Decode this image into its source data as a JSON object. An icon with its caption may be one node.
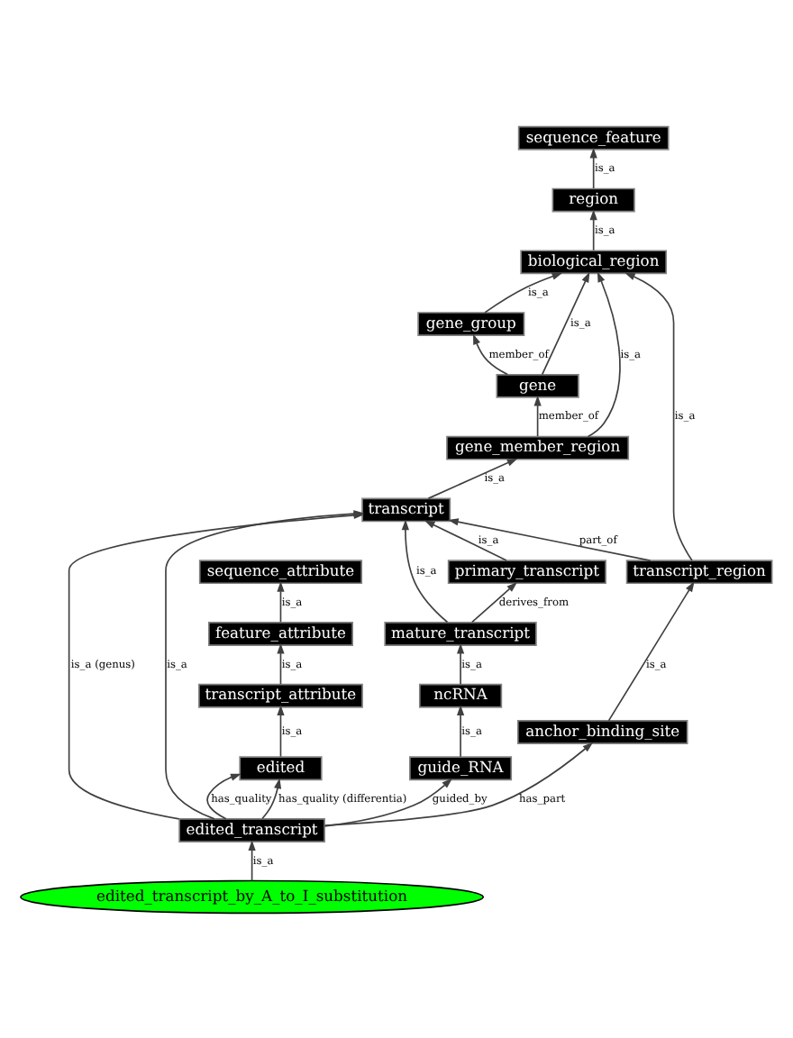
{
  "diagram": {
    "nodes": [
      {
        "text": [
          "sequence_feature"
        ]
      },
      {
        "text": [
          "region"
        ]
      },
      {
        "text": [
          "biological_region"
        ]
      },
      {
        "text": [
          "gene_group"
        ]
      },
      {
        "text": [
          "gene"
        ]
      },
      {
        "text": [
          "gene_member_region"
        ]
      },
      {
        "text": [
          "transcript"
        ]
      },
      {
        "text": [
          "sequence_attribute"
        ]
      },
      {
        "text": [
          "primary_transcript"
        ]
      },
      {
        "text": [
          "transcript_region"
        ]
      },
      {
        "text": [
          "feature_attribute"
        ]
      },
      {
        "text": [
          "mature_transcript"
        ]
      },
      {
        "text": [
          "anchor_binding_site"
        ]
      },
      {
        "text": [
          "transcript_attribute"
        ]
      },
      {
        "text": [
          "ncRNA"
        ]
      },
      {
        "text": [
          "edited"
        ]
      },
      {
        "text": [
          "guide_RNA"
        ]
      },
      {
        "text": [
          "edited_transcript"
        ]
      },
      {
        "text": [
          "edited_transcript_by_A_to_I_substitution"
        ]
      }
    ],
    "edges": [
      {
        "from": 1,
        "to": 0,
        "arrow": "to",
        "label": "is_a"
      },
      {
        "from": 2,
        "to": 1,
        "arrow": "to",
        "label": "is_a"
      },
      {
        "from": 3,
        "to": 2,
        "arrow": "to",
        "label": "is_a"
      },
      {
        "from": 4,
        "to": 2,
        "arrow": "to",
        "label": "is_a"
      },
      {
        "from": 4,
        "to": 3,
        "arrow": "to",
        "label": "member_of"
      },
      {
        "from": 5,
        "to": 4,
        "arrow": "to",
        "label": "member_of"
      },
      {
        "from": 5,
        "to": 2,
        "arrow": "to",
        "label": "is_a"
      },
      {
        "from": 9,
        "to": 2,
        "arrow": "to",
        "label": "is_a"
      },
      {
        "from": 6,
        "to": 5,
        "arrow": "to",
        "label": "is_a"
      },
      {
        "from": 8,
        "to": 6,
        "arrow": "to",
        "label": "is_a"
      },
      {
        "from": 9,
        "to": 6,
        "arrow": "to",
        "label": "part_of"
      },
      {
        "from": 11,
        "to": 6,
        "arrow": "to",
        "label": "is_a"
      },
      {
        "from": 11,
        "to": 8,
        "arrow": "to",
        "label": "derives_from"
      },
      {
        "from": 12,
        "to": 9,
        "arrow": "to",
        "label": "is_a"
      },
      {
        "from": 14,
        "to": 11,
        "arrow": "to",
        "label": "is_a"
      },
      {
        "from": 16,
        "to": 14,
        "arrow": "to",
        "label": "is_a"
      },
      {
        "from": 17,
        "to": 6,
        "arrow": "to",
        "label": "is_a"
      },
      {
        "from": 17,
        "to": 6,
        "arrow": "to",
        "label": "is_a (genus)"
      },
      {
        "from": 10,
        "to": 7,
        "arrow": "to",
        "label": "is_a"
      },
      {
        "from": 13,
        "to": 10,
        "arrow": "to",
        "label": "is_a"
      },
      {
        "from": 15,
        "to": 13,
        "arrow": "to",
        "label": "is_a"
      },
      {
        "from": 17,
        "to": 15,
        "arrow": "to",
        "label": "has_quality"
      },
      {
        "from": 17,
        "to": 15,
        "arrow": "to",
        "label": "has_quality (differentia)"
      },
      {
        "from": 17,
        "to": 16,
        "arrow": "to",
        "label": "guided_by"
      },
      {
        "from": 17,
        "to": 12,
        "arrow": "to",
        "label": "has_part"
      },
      {
        "from": 18,
        "to": 17,
        "arrow": "to",
        "label": "is_a"
      }
    ]
  }
}
